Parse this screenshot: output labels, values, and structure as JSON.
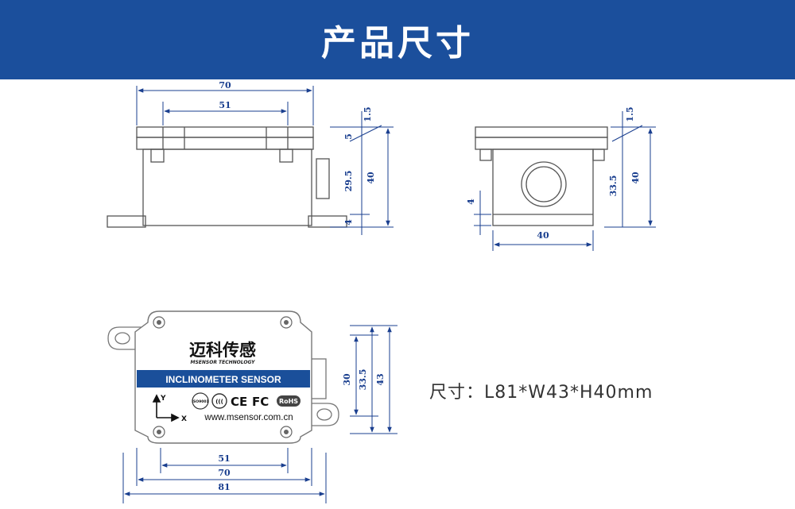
{
  "header": {
    "title": "产品尺寸"
  },
  "front_view": {
    "dim_top_outer": "70",
    "dim_top_inner": "51",
    "dim_lid": "1.5",
    "dim_small": "5",
    "dim_body": "29.5",
    "dim_height": "40",
    "dim_base": "4"
  },
  "side_view": {
    "dim_lid": "1.5",
    "dim_body": "33.5",
    "dim_height": "40",
    "dim_base": "4",
    "dim_width": "40"
  },
  "top_view": {
    "brand": "迈科传感",
    "brand_sub": "MSENSOR TECHNOLOGY",
    "product_band": "INCLINOMETER SENSOR",
    "axis_y": "Y",
    "axis_x": "X",
    "cert_iso": "ISO9001",
    "cert_ce": "CE",
    "cert_fc": "FC",
    "cert_rohs": "RoHS",
    "website": "www.msensor.com.cn",
    "dim_w1": "30",
    "dim_w2": "33.5",
    "dim_w3": "43",
    "dim_l1": "51",
    "dim_l2": "70",
    "dim_l3": "81"
  },
  "caption": "尺寸：L81*W43*H40mm",
  "colors": {
    "banner": "#1b4f9c",
    "dimension": "#1a3f8f",
    "band": "#1a4f9a"
  }
}
